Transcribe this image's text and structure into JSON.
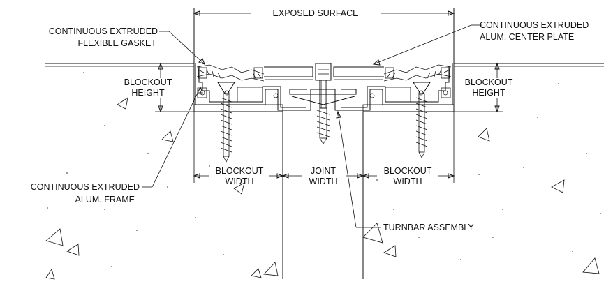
{
  "labels": {
    "exposed_surface": "EXPOSED SURFACE",
    "gasket_line1": "CONTINUOUS EXTRUDED",
    "gasket_line2": "FLEXIBLE GASKET",
    "center_plate_line1": "CONTINUOUS EXTRUDED",
    "center_plate_line2": "ALUM. CENTER PLATE",
    "blockout_height_left_1": "BLOCKOUT",
    "blockout_height_left_2": "HEIGHT",
    "blockout_height_right_1": "BLOCKOUT",
    "blockout_height_right_2": "HEIGHT",
    "blockout_width_left_1": "BLOCKOUT",
    "blockout_width_left_2": "WIDTH",
    "joint_width_1": "JOINT",
    "joint_width_2": "WIDTH",
    "blockout_width_right_1": "BLOCKOUT",
    "blockout_width_right_2": "WIDTH",
    "frame_line1": "CONTINUOUS EXTRUDED",
    "frame_line2": "ALUM. FRAME",
    "turnbar": "TURNBAR ASSEMBLY"
  }
}
